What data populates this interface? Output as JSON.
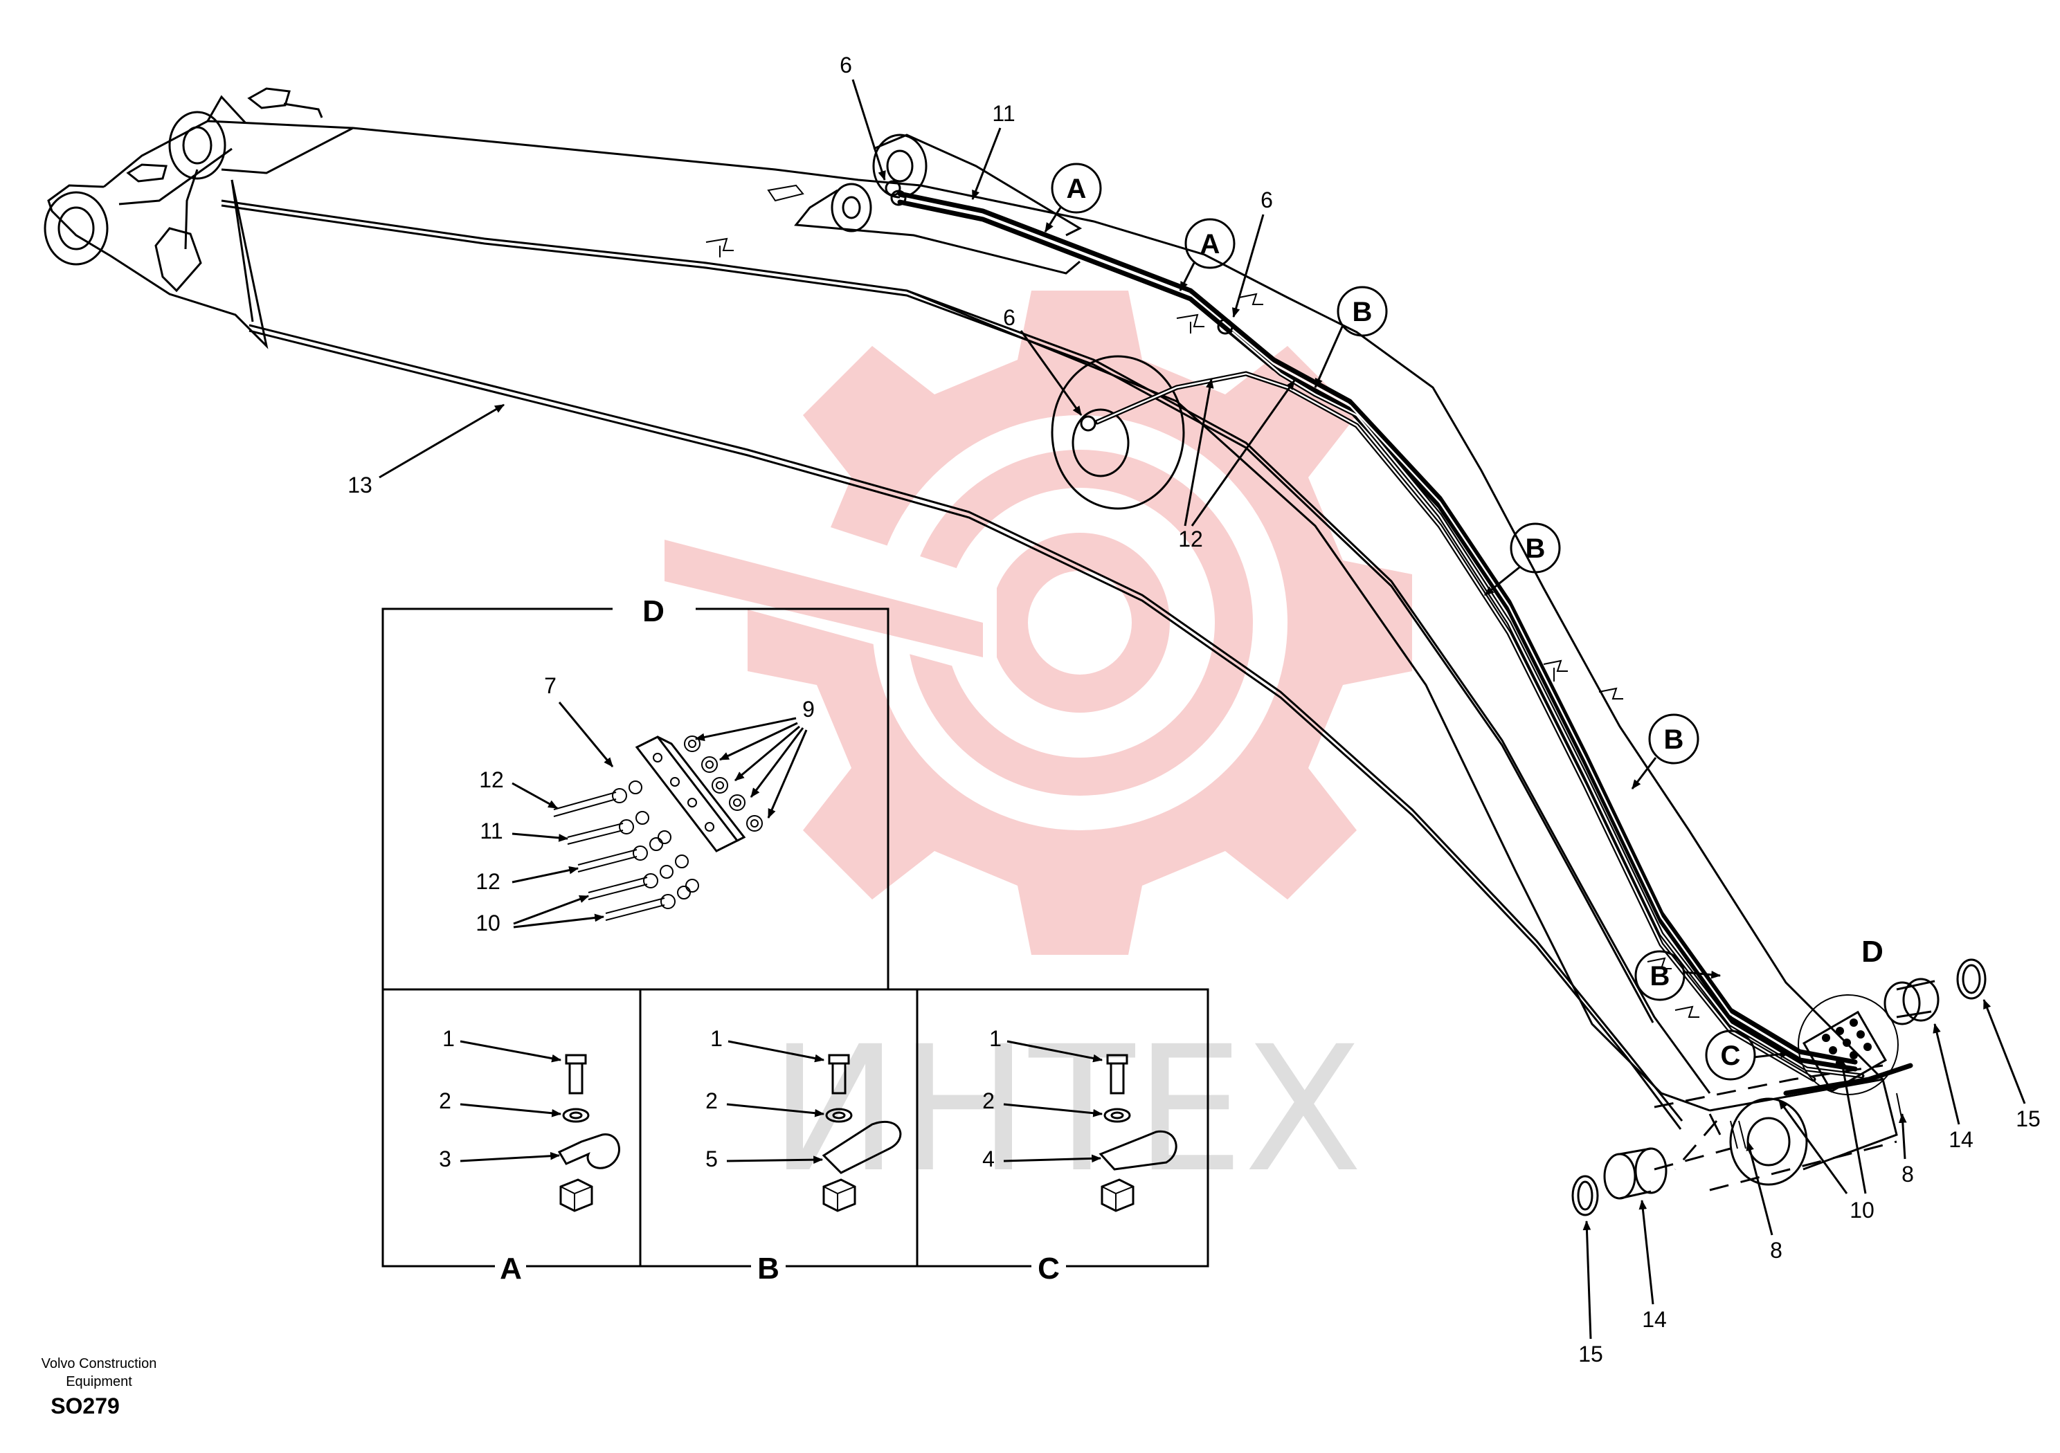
{
  "drawing": {
    "brand": "Volvo Construction Equipment",
    "code": "SO279",
    "watermark_text": "ИНТЕХ",
    "colors": {
      "line": "#000000",
      "watermark_gear": "#f7c7c7",
      "watermark_text": "#dcdcdc"
    }
  },
  "callouts": {
    "c6a": "6",
    "c6b": "6",
    "c6c": "6",
    "c11": "11",
    "c12": "12",
    "c13": "13",
    "c8a": "8",
    "c8b": "8",
    "c10": "10",
    "c14a": "14",
    "c14b": "14",
    "c15a": "15",
    "c15b": "15"
  },
  "bubbles": {
    "a1": "A",
    "a2": "A",
    "b1": "B",
    "b2": "B",
    "b3": "B",
    "b4": "B",
    "c1": "C",
    "d1": "D"
  },
  "detail_d": {
    "title": "D",
    "c7": "7",
    "c9": "9",
    "c12a": "12",
    "c11": "11",
    "c12b": "12",
    "c10": "10"
  },
  "detail_a": {
    "title": "A",
    "c1": "1",
    "c2": "2",
    "c3": "3"
  },
  "detail_b": {
    "title": "B",
    "c1": "1",
    "c2": "2",
    "c5": "5"
  },
  "detail_c": {
    "title": "C",
    "c1": "1",
    "c2": "2",
    "c4": "4"
  }
}
